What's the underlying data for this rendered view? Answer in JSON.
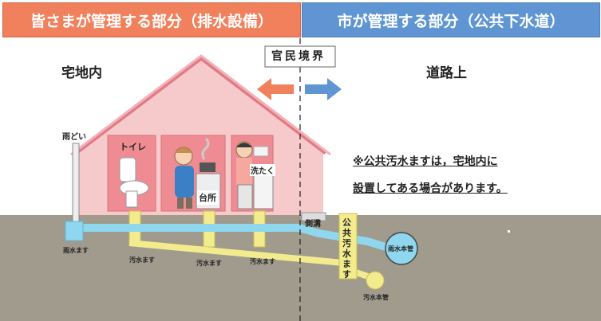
{
  "header": {
    "left": "皆さまが管理する部分（排水設備）",
    "right": "市が管理する部分（公共下水道）",
    "left_color": "#f0815c",
    "right_color": "#5f95d3"
  },
  "boundary_label": "官民境界",
  "areas": {
    "private": "宅地内",
    "road": "道路上"
  },
  "rooms": {
    "toilet": "トイレ",
    "kitchen": "台所",
    "laundry": "洗たく"
  },
  "gutter": "雨どい",
  "side_ditch": "側溝",
  "public_box": "公共汚水ます",
  "rain_inlet": "雨水ます",
  "sewage_inlets": [
    "汚水ます",
    "汚水ます",
    "汚水ます"
  ],
  "rain_main": "雨水本管",
  "sewage_main": "汚水本管",
  "note": [
    "※公共汚水ますは，宅地内に",
    "設置してある場合があります。"
  ],
  "colors": {
    "ground": "#a09b8d",
    "rain_pipe": "#8fd6ef",
    "sewage_pipe": "#f3ec8e",
    "house_wall": "#f6c9cb",
    "room": "#ef8c93"
  }
}
